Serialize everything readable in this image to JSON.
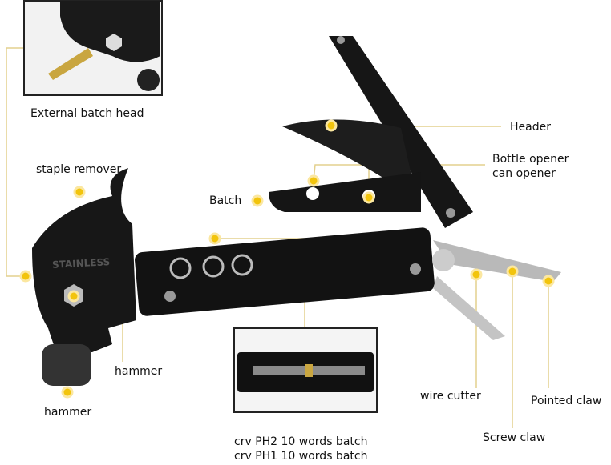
{
  "labels": {
    "external_batch_head": "External batch head",
    "staple_remover": "staple remover",
    "batch": "Batch",
    "header": "Header",
    "bottle_opener": "Bottle opener",
    "can_opener": "can opener",
    "hammer_side": "hammer",
    "hammer_bottom": "hammer",
    "wire_cutter": "wire cutter",
    "pointed_claw": "Pointed claw",
    "screw_claw": "Screw claw",
    "bit_line1": "crv PH2 10 words batch",
    "bit_line2": "crv PH1 10 words batch"
  },
  "engraving": "STAINLESS",
  "colors": {
    "marker": "#f2c40c",
    "leader": "#e8d9a0",
    "tool": "#141414",
    "steel": "#b8b8b8"
  }
}
